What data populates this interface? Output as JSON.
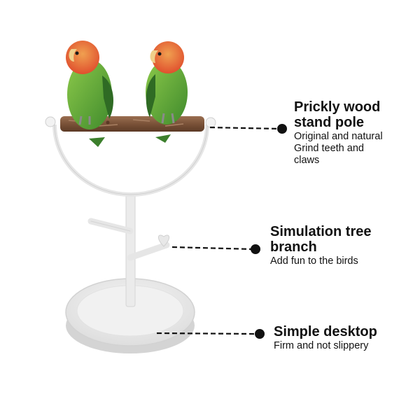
{
  "callouts": {
    "perch": {
      "title": "Prickly wood\nstand pole",
      "description": "Original and natural\nGrind teeth and\nclaws"
    },
    "branch": {
      "title": "Simulation tree\nbranch",
      "description": "Add fun to the birds"
    },
    "base": {
      "title": "Simple desktop",
      "description": "Firm and not slippery"
    }
  },
  "colors": {
    "stand": "#ececec",
    "wood": "#7a5238",
    "leader_line": "#111111",
    "bird_body": "#5aa83c",
    "bird_head": "#e8623a"
  }
}
